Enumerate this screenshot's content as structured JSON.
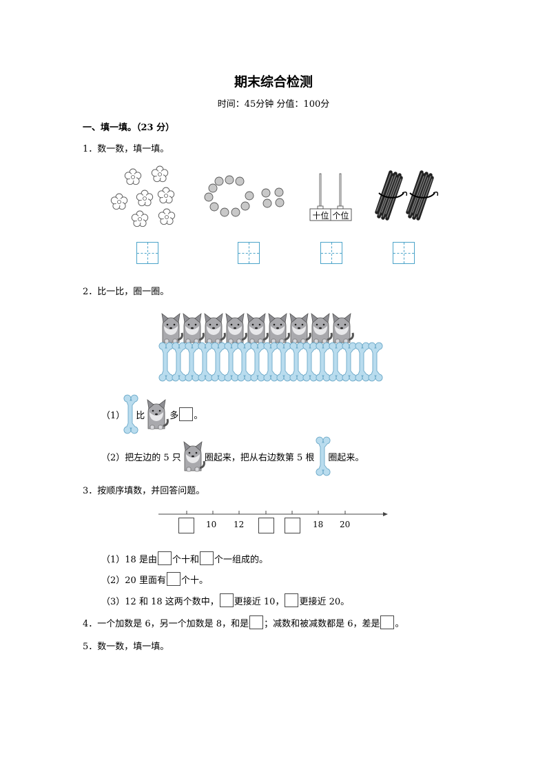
{
  "header": {
    "title": "期末综合检测",
    "subtitle": "时间：45分钟   分值：100分"
  },
  "section1": {
    "heading": "一、填一填。（23 分）"
  },
  "q1": {
    "text": "1．数一数，填一填。",
    "abacus_labels": [
      "十位",
      "个位"
    ]
  },
  "q2": {
    "text": "2．比一比，圈一圈。",
    "dog_count": 9,
    "bone_count": 17,
    "sub1": {
      "prefix": "（1）",
      "mid": "比",
      "mid2": "多",
      "suffix": "。"
    },
    "sub2": {
      "prefix": "（2）把左边的 5 只",
      "mid": "圈起来，把从右边数第 5 根",
      "suffix": "圈起来。"
    }
  },
  "q3": {
    "text": "3．按顺序填数，并回答问题。",
    "numberline_labels": [
      "10",
      "12",
      "18",
      "20"
    ],
    "sub1": {
      "a": "（1）18 是由",
      "b": "个十和",
      "c": "个一组成的。"
    },
    "sub2": {
      "a": "（2）20 里面有",
      "b": "个十。"
    },
    "sub3": {
      "a": "（3）12 和 18 这两个数中，",
      "b": "更接近 10，",
      "c": "更接近 20。"
    }
  },
  "q4": {
    "a": "4．一个加数是 6，另一个加数是 8，和是",
    "b": "；减数和被减数都是 6，差是",
    "c": "。"
  },
  "q5": {
    "text": "5．数一数，填一填。"
  }
}
